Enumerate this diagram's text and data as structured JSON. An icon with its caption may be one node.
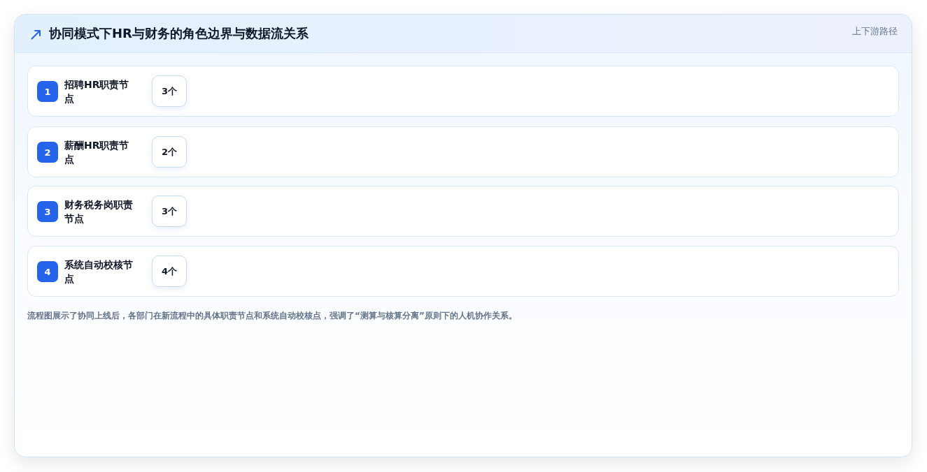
{
  "diagram": {
    "title": "协同模式下HR与财务的角色边界与数据流关系",
    "caption": "流程图展示了协同上线后，各部门在新流程中的具体职责节点和系统自动校核点，强调了“测算与核算分离”原则下的人机协作关系。",
    "nodes": [
      {
        "text": [
          "招聘HR职责节点"
        ]
      },
      {
        "text": [
          "1"
        ],
        "in": 0
      },
      {
        "text": [
          "3个"
        ],
        "in": 0
      },
      {
        "text": [
          "薪酬HR职责节点"
        ]
      },
      {
        "text": [
          "2"
        ],
        "in": 3
      },
      {
        "text": [
          "2个"
        ],
        "in": 3
      },
      {
        "text": [
          "财务税务岗职责节点"
        ]
      },
      {
        "text": [
          "3"
        ],
        "in": 6
      },
      {
        "text": [
          "3个"
        ],
        "in": 6
      },
      {
        "text": [
          "系统自动校核节点"
        ]
      },
      {
        "text": [
          "4"
        ],
        "in": 9
      },
      {
        "text": [
          "4个"
        ],
        "in": 9
      }
    ],
    "labels": [
      "上下游路径"
    ]
  }
}
